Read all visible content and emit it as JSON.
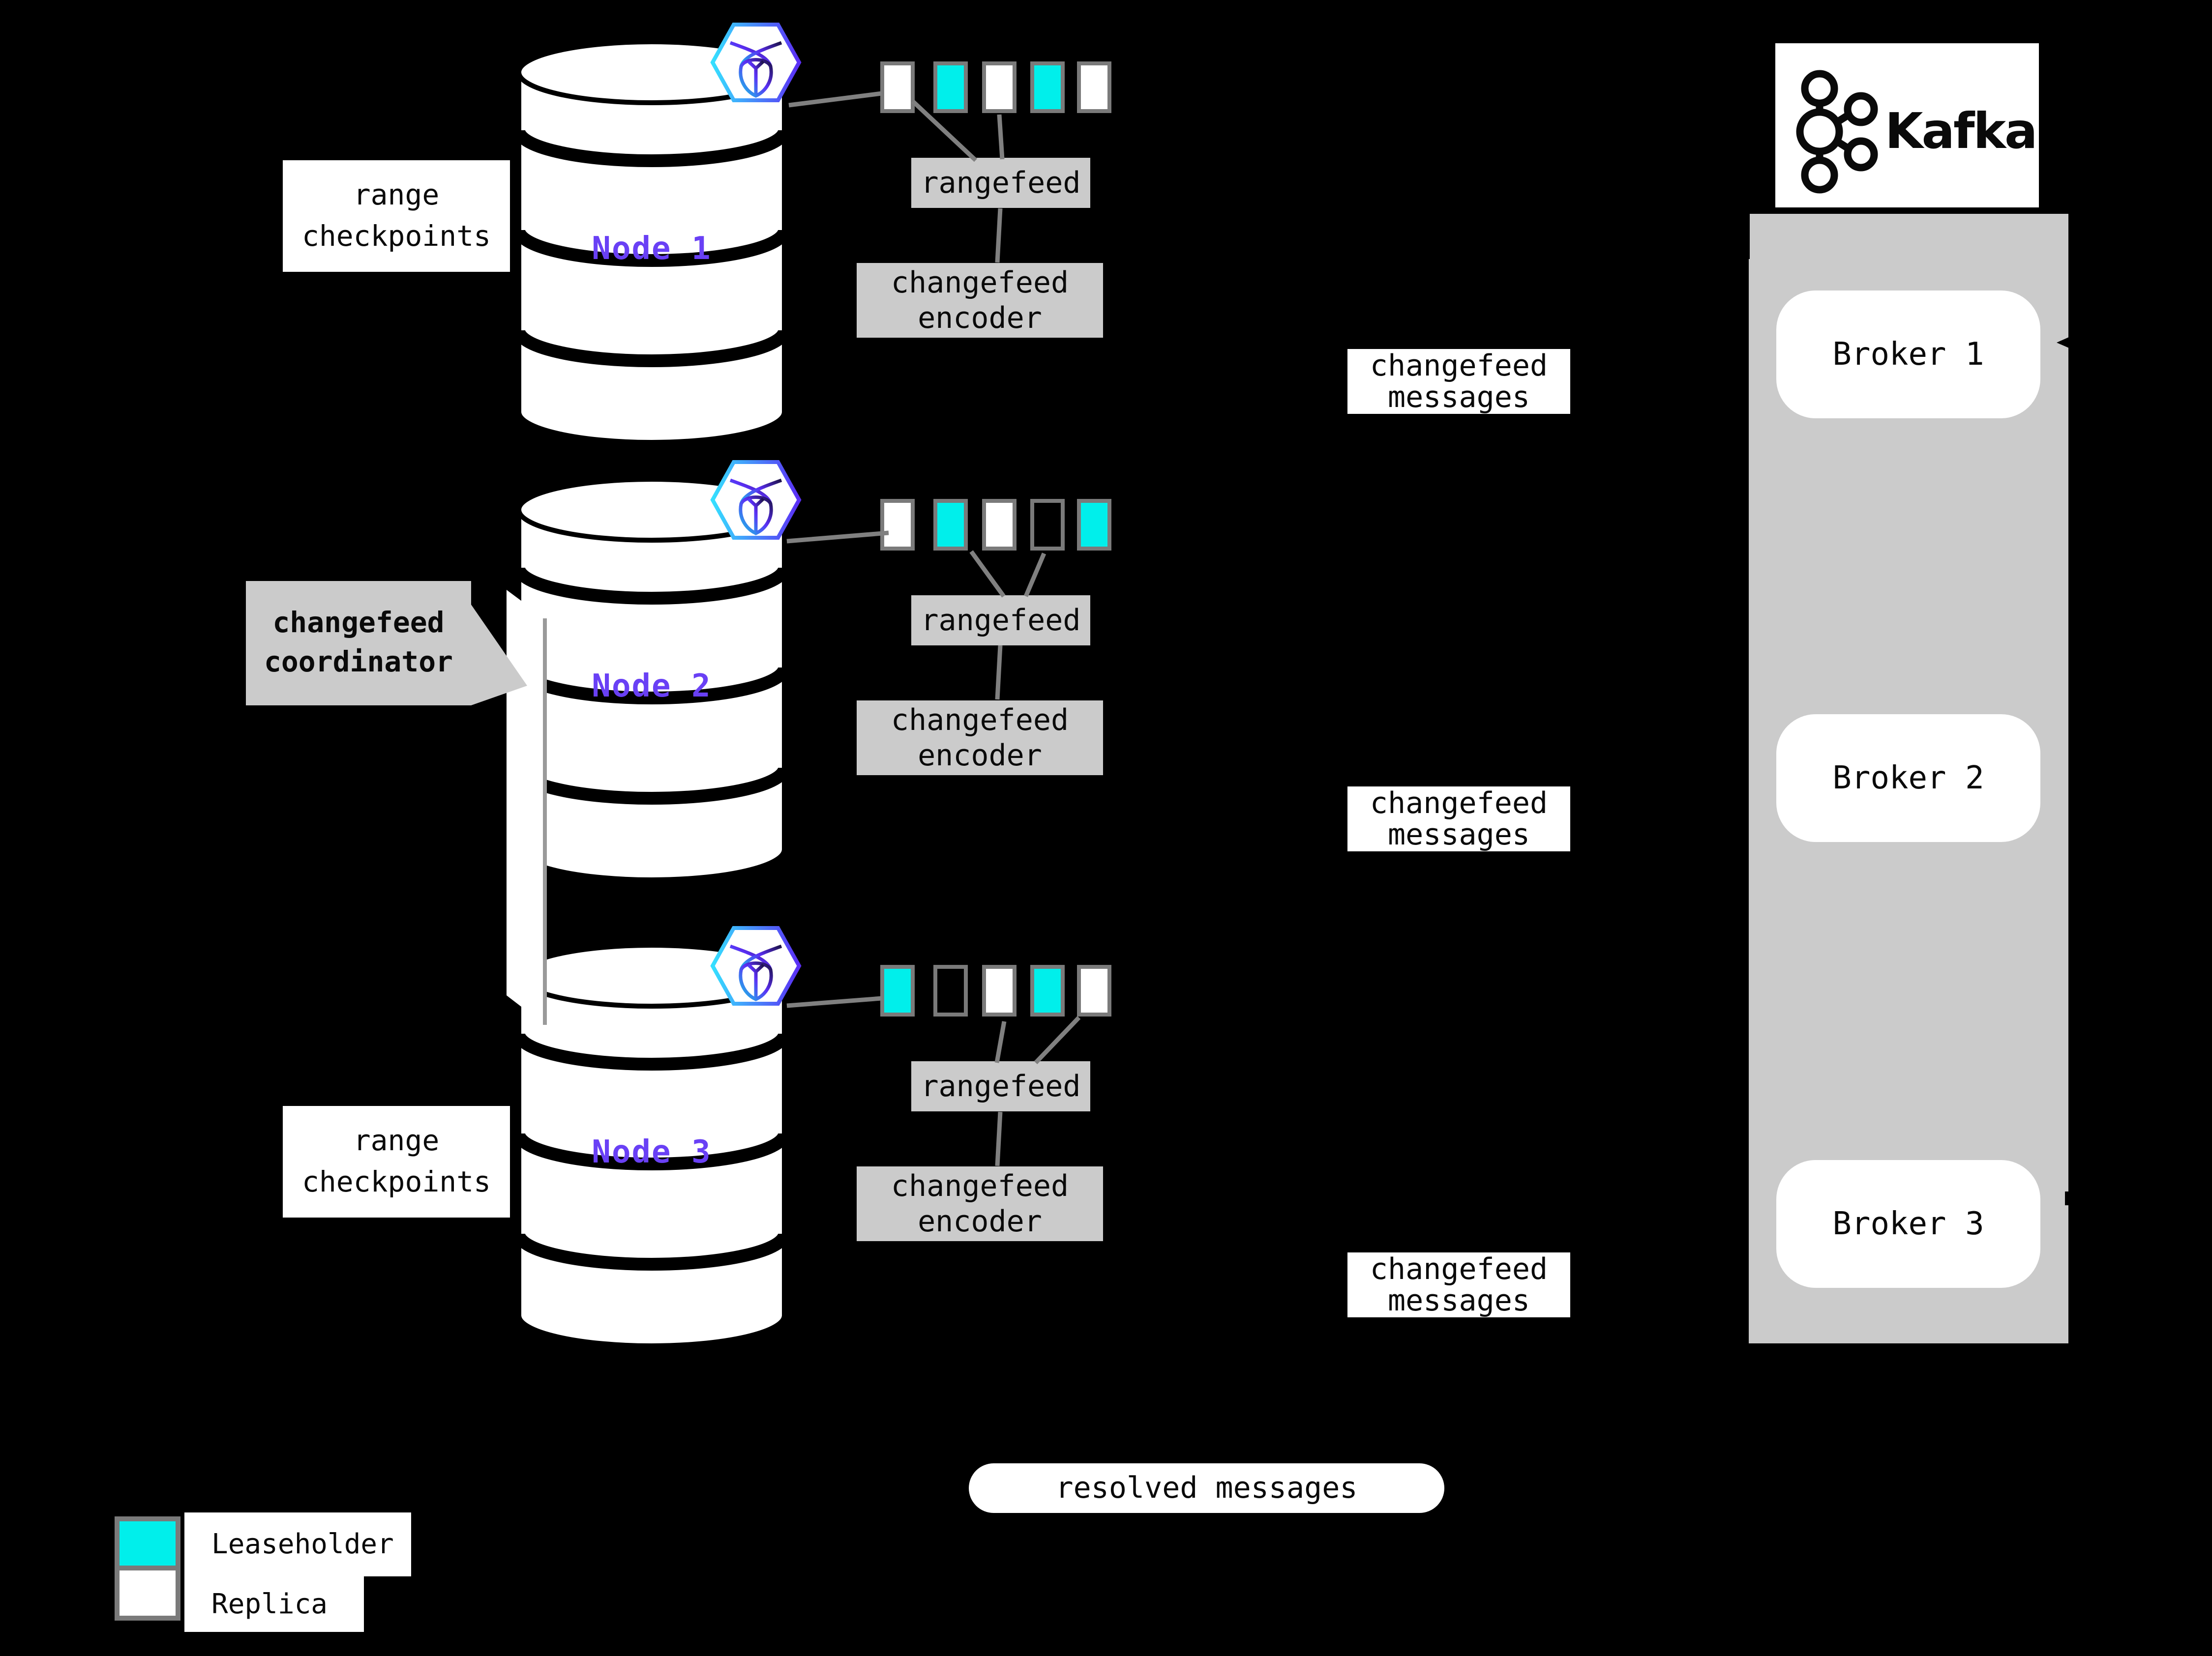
{
  "colors": {
    "background": "#000000",
    "panel_gray": "#cbcbcb",
    "line_gray": "#808080",
    "border_gray": "#7a7a7a",
    "leaseholder": "#00efeb",
    "replica": "#ffffff",
    "node_label": "#6940f5",
    "text": "#0a0a0a",
    "arrow_black": "#000000",
    "crdb_gradient_start": "#35e0ff",
    "crdb_gradient_end": "#5b2ef5"
  },
  "nodes": [
    {
      "label": "Node 1",
      "badge_icon": "cockroachdb-icon",
      "ranges": [
        "replica",
        "leaseholder",
        "replica",
        "leaseholder",
        "replica"
      ]
    },
    {
      "label": "Node 2",
      "badge_icon": "cockroachdb-icon",
      "ranges": [
        "replica",
        "leaseholder",
        "replica",
        "empty",
        "leaseholder"
      ]
    },
    {
      "label": "Node 3",
      "badge_icon": "cockroachdb-icon",
      "ranges": [
        "leaseholder",
        "empty",
        "replica",
        "leaseholder",
        "replica"
      ]
    }
  ],
  "labels": {
    "range_checkpoints": [
      "range",
      "checkpoints"
    ],
    "rangefeed": "rangefeed",
    "changefeed_encoder": [
      "changefeed",
      "encoder"
    ],
    "changefeed_messages": [
      "changefeed",
      "messages"
    ],
    "coordinator": [
      "changefeed",
      "coordinator"
    ],
    "resolved_messages": "resolved messages"
  },
  "kafka": {
    "wordmark": "Kafka",
    "logo_icon": "kafka-logo-icon",
    "brokers": [
      "Broker 1",
      "Broker 2",
      "Broker 3"
    ]
  },
  "legend": {
    "items": [
      {
        "kind": "leaseholder",
        "label": "Leaseholder"
      },
      {
        "kind": "replica",
        "label": "Replica"
      }
    ]
  }
}
